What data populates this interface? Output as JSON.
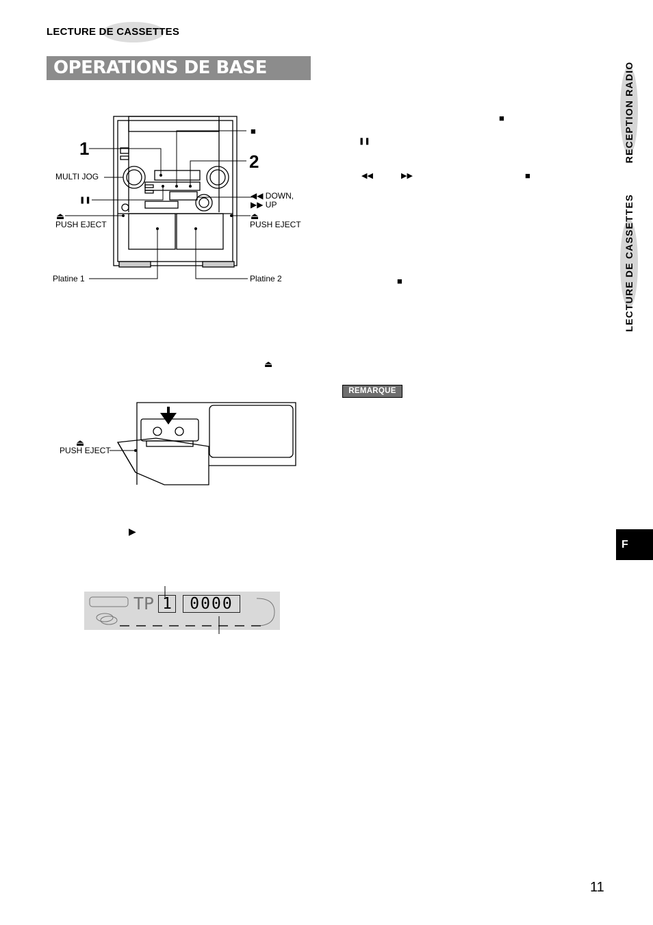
{
  "header": {
    "section_label": "LECTURE DE CASSETTES",
    "title": "OPERATIONS DE BASE"
  },
  "side_tabs": {
    "top": "RECEPTION RADIO",
    "bottom": "LECTURE DE CASSETTES"
  },
  "language_tab": "F",
  "figure_unit": {
    "step_1": "1",
    "step_2": "2",
    "multi_jog": "MULTI JOG",
    "stop_symbol": "■",
    "pause_symbol": "❚❚",
    "eject_symbol": "⏏",
    "push_eject_left": "PUSH EJECT",
    "push_eject_right": "PUSH EJECT",
    "down_label": "◀◀ DOWN,",
    "up_label": "▶▶ UP",
    "deck_1": "Platine 1",
    "deck_2": "Platine 2"
  },
  "right_column_symbols": {
    "stop_a": "■",
    "pause": "❚❚",
    "rewind": "◀◀",
    "fast_forward": "▶▶",
    "stop_b": "■",
    "stop_c": "■"
  },
  "eject_symbol_text": "⏏",
  "figure_cassette": {
    "push_eject": "PUSH EJECT",
    "eject_symbol": "⏏"
  },
  "play_symbol": "▶",
  "display_panel": {
    "tape_label": "TP",
    "deck_number": "1",
    "counter": "0000"
  },
  "remarque": "REMARQUE",
  "page_number": "11"
}
